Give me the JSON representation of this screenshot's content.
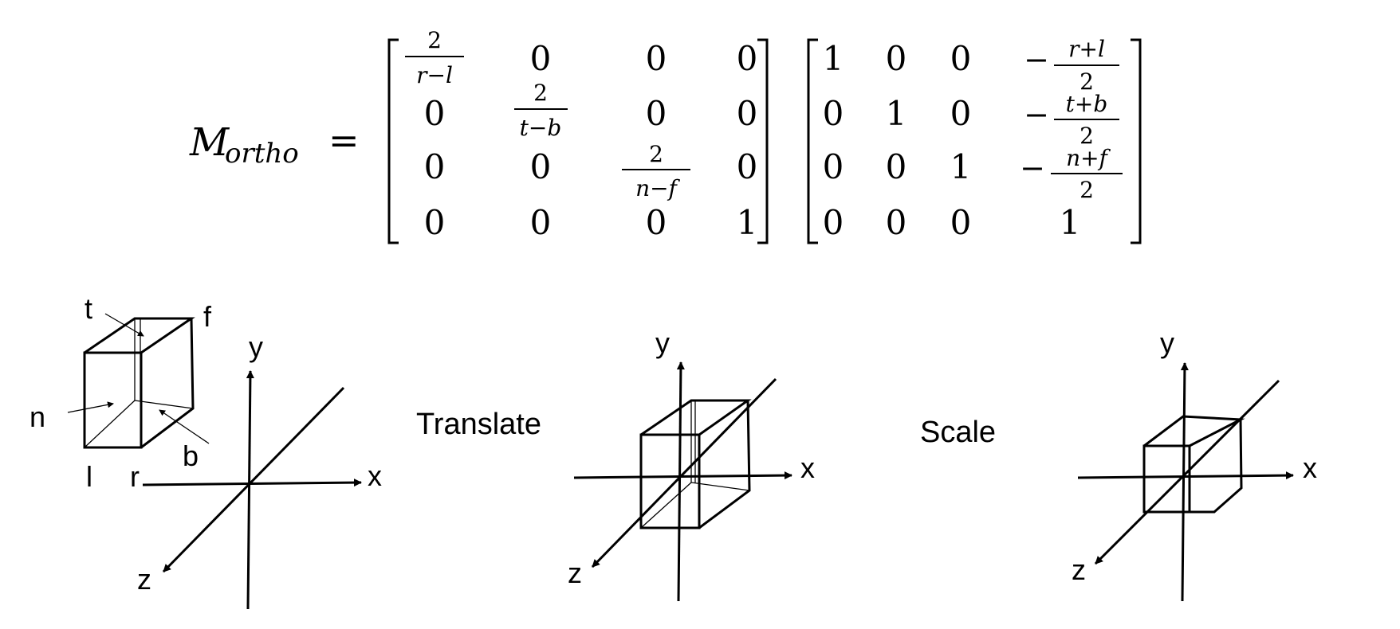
{
  "equation": {
    "lhs_symbol": "M",
    "lhs_subscript": "ortho",
    "equals": "=",
    "scale_matrix": [
      [
        {
          "num": "2",
          "den": "r−l"
        },
        "0",
        "0",
        "0"
      ],
      [
        "0",
        {
          "num": "2",
          "den": "t−b"
        },
        "0",
        "0"
      ],
      [
        "0",
        "0",
        {
          "num": "2",
          "den": "n−f"
        },
        "0"
      ],
      [
        "0",
        "0",
        "0",
        "1"
      ]
    ],
    "translate_matrix": [
      [
        "1",
        "0",
        "0",
        {
          "sign": "−",
          "num": "r+l",
          "den": "2"
        }
      ],
      [
        "0",
        "1",
        "0",
        {
          "sign": "−",
          "num": "t+b",
          "den": "2"
        }
      ],
      [
        "0",
        "0",
        "1",
        {
          "sign": "−",
          "num": "n+f",
          "den": "2"
        }
      ],
      [
        "0",
        "0",
        "0",
        "1"
      ]
    ]
  },
  "panels": {
    "original": {
      "box_labels": {
        "t": "t",
        "f": "f",
        "n": "n",
        "b": "b",
        "l": "l",
        "r": "r"
      },
      "axes": {
        "x": "x",
        "y": "y",
        "z": "z"
      }
    },
    "translate": {
      "caption": "Translate",
      "axes": {
        "x": "x",
        "y": "y",
        "z": "z"
      }
    },
    "scale": {
      "caption": "Scale",
      "axes": {
        "x": "x",
        "y": "y",
        "z": "z"
      }
    }
  }
}
